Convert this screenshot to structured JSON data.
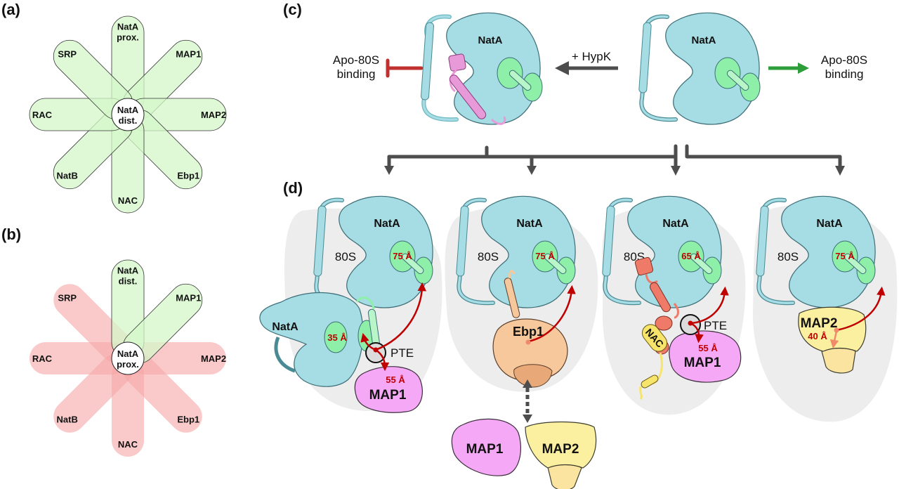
{
  "panels": {
    "a": {
      "label": "(a)",
      "center": [
        "NatA",
        "dist."
      ],
      "petals": [
        {
          "id": "nata-prox",
          "lines": [
            "NatA",
            "prox."
          ],
          "state": "compatible"
        },
        {
          "id": "map1",
          "lines": [
            "MAP1"
          ],
          "state": "compatible"
        },
        {
          "id": "map2",
          "lines": [
            "MAP2"
          ],
          "state": "compatible"
        },
        {
          "id": "ebp1",
          "lines": [
            "Ebp1"
          ],
          "state": "compatible"
        },
        {
          "id": "nac",
          "lines": [
            "NAC"
          ],
          "state": "compatible"
        },
        {
          "id": "natb",
          "lines": [
            "NatB"
          ],
          "state": "compatible"
        },
        {
          "id": "rac",
          "lines": [
            "RAC"
          ],
          "state": "compatible"
        },
        {
          "id": "srp",
          "lines": [
            "SRP"
          ],
          "state": "compatible"
        }
      ]
    },
    "b": {
      "label": "(b)",
      "center": [
        "NatA",
        "prox."
      ],
      "petals": [
        {
          "id": "nata-dist",
          "lines": [
            "NatA",
            "dist."
          ],
          "state": "compatible"
        },
        {
          "id": "map1",
          "lines": [
            "MAP1"
          ],
          "state": "compatible"
        },
        {
          "id": "map2",
          "lines": [
            "MAP2"
          ],
          "state": "incompatible"
        },
        {
          "id": "ebp1",
          "lines": [
            "Ebp1"
          ],
          "state": "incompatible"
        },
        {
          "id": "nac",
          "lines": [
            "NAC"
          ],
          "state": "incompatible"
        },
        {
          "id": "natb",
          "lines": [
            "NatB"
          ],
          "state": "incompatible"
        },
        {
          "id": "rac",
          "lines": [
            "RAC"
          ],
          "state": "incompatible"
        },
        {
          "id": "srp",
          "lines": [
            "SRP"
          ],
          "state": "incompatible"
        }
      ]
    },
    "c": {
      "label": "(c)",
      "left_complex": "NatA",
      "right_complex": "NatA",
      "hypk_label": "+ HypK",
      "inhibited_label": [
        "Apo-80S",
        "binding"
      ],
      "promoted_label": [
        "Apo-80S",
        "binding"
      ]
    },
    "d": {
      "label": "(d)",
      "states": [
        {
          "natA": "NatA",
          "ribosome": "80S",
          "dist_primary": "75 Å",
          "second_natA": "NatA",
          "dist_second": "35 Å",
          "pte": "PTE",
          "partner": "MAP1",
          "dist_partner": "55 Å"
        },
        {
          "natA": "NatA",
          "ribosome": "80S",
          "dist_primary": "75 Å",
          "partner": "Ebp1"
        },
        {
          "natA": "NatA",
          "ribosome": "80S",
          "dist_primary": "65 Å",
          "nac": "NAC",
          "pte": "PTE",
          "partner": "MAP1",
          "dist_partner": "55 Å"
        },
        {
          "natA": "NatA",
          "ribosome": "80S",
          "dist_primary": "75 Å",
          "partner": "MAP2",
          "dist_partner": "40 Å"
        }
      ],
      "exchange_partners": [
        "MAP1",
        "MAP2"
      ]
    }
  },
  "colors": {
    "compatible_fill": "#d4f7c9",
    "incompatible_fill": "#f7a6a6",
    "nata": "#a6dce3",
    "nata_subunit": "#8ef0a8",
    "hypk": "#e89ad8",
    "ebp1": "#f7c89b",
    "map1": "#f5a8f5",
    "map2": "#fbf0a0",
    "nac_red": "#f07a68",
    "nac_yellow": "#f7e46a",
    "ribosome_bg": "#ededed",
    "arrow_dark": "#4d4d4d",
    "inhibit_red": "#c0302f",
    "promote_green": "#2e9e3a",
    "distance_red": "#c00000"
  }
}
